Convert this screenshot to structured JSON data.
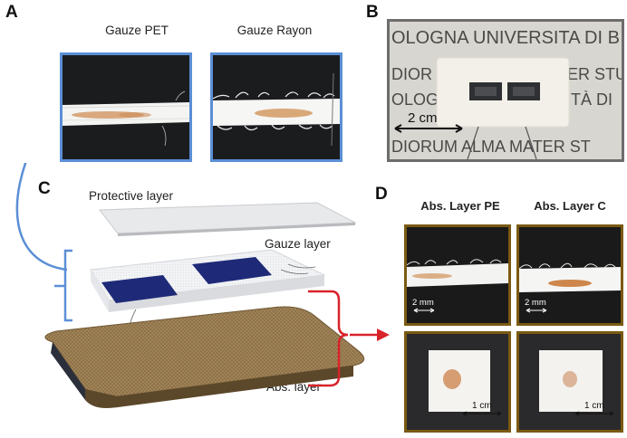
{
  "panels": {
    "a": {
      "letter": "A",
      "left_caption": "Gauze PET",
      "right_caption": "Gauze Rayon"
    },
    "b": {
      "letter": "B",
      "scale_label": "2 cm",
      "background_text": {
        "line1": "OLOGNA  UNIVERSITA DI B",
        "line2_left": "DIOR",
        "line2_right": "ER STU",
        "line3_left": "OLOG",
        "line3_right": "TÀ DI",
        "line4": "DIORUM  ALMA MATER ST"
      }
    },
    "c": {
      "letter": "C",
      "protective_label": "Protective layer",
      "gauze_label": "Gauze layer",
      "abs_label": "Abs. layer"
    },
    "d": {
      "letter": "D",
      "left_caption": "Abs. Layer PE",
      "right_caption": "Abs. Layer C",
      "mm_scale": "2 mm",
      "cm_scale": "1 cm"
    }
  },
  "colors": {
    "blue_frame": "#5b8fd6",
    "gold_frame": "#7a5a12",
    "red_bracket": "#d8232a",
    "electrode": "#1e2a78",
    "abs_layer": "#8a6f47"
  }
}
